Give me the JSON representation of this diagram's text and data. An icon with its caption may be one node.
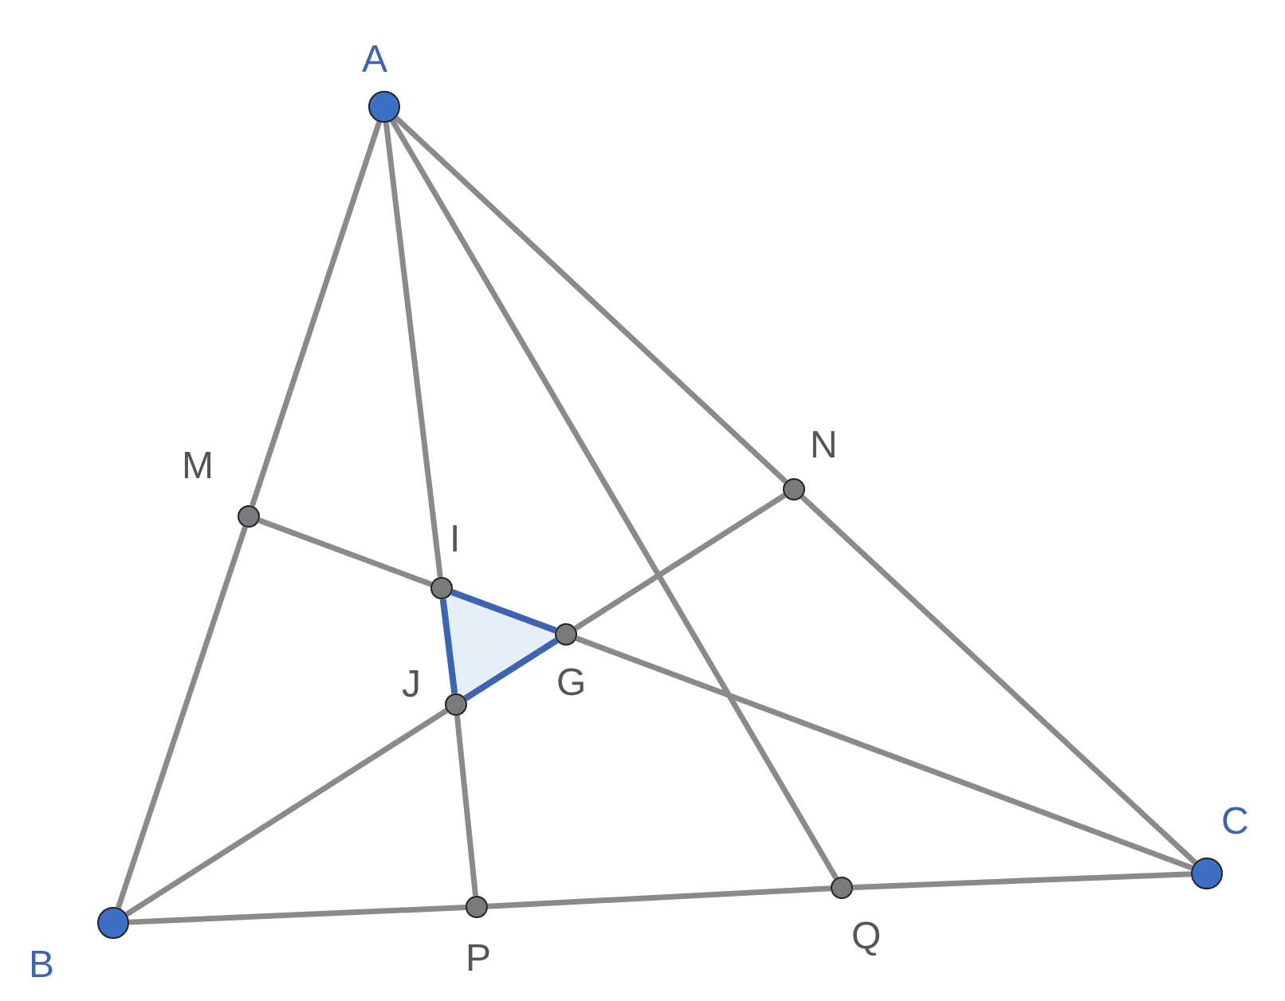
{
  "diagram": {
    "nodes": [
      {
        "text": [],
        "shape": "circle",
        "beside": [
          "A"
        ]
      },
      {
        "text": [],
        "shape": "circle",
        "beside": [
          "M"
        ]
      },
      {
        "text": [],
        "shape": "circle",
        "beside": [
          "N"
        ]
      },
      {
        "text": [],
        "shape": "circle",
        "beside": [
          "I"
        ]
      },
      {
        "text": [],
        "shape": "circle",
        "beside": [
          "G"
        ]
      },
      {
        "text": [],
        "shape": "circle",
        "beside": [
          "J"
        ]
      },
      {
        "text": [],
        "shape": "circle",
        "beside": [
          "B"
        ]
      },
      {
        "text": [],
        "shape": "circle",
        "beside": [
          "P"
        ]
      },
      {
        "text": [],
        "shape": "circle",
        "beside": [
          "Q"
        ]
      },
      {
        "text": [],
        "shape": "circle",
        "beside": [
          "C"
        ]
      }
    ],
    "edges": [
      {
        "from": 0,
        "to": 1,
        "arrow": "none"
      },
      {
        "from": 1,
        "to": 6,
        "arrow": "none"
      },
      {
        "from": 0,
        "to": 2,
        "arrow": "none"
      },
      {
        "from": 2,
        "to": 9,
        "arrow": "none"
      },
      {
        "from": 0,
        "to": 3,
        "arrow": "none"
      },
      {
        "from": 3,
        "to": 5,
        "arrow": "none",
        "color": "#3d64b0"
      },
      {
        "from": 5,
        "to": 7,
        "arrow": "none"
      },
      {
        "from": 0,
        "to": 8,
        "arrow": "none"
      },
      {
        "from": 1,
        "to": 3,
        "arrow": "none"
      },
      {
        "from": 3,
        "to": 4,
        "arrow": "none",
        "color": "#3d64b0"
      },
      {
        "from": 4,
        "to": 9,
        "arrow": "none"
      },
      {
        "from": 6,
        "to": 5,
        "arrow": "none"
      },
      {
        "from": 5,
        "to": 4,
        "arrow": "none",
        "color": "#3d64b0"
      },
      {
        "from": 4,
        "to": 2,
        "arrow": "none"
      },
      {
        "from": 6,
        "to": 7,
        "arrow": "none"
      },
      {
        "from": 7,
        "to": 8,
        "arrow": "none"
      },
      {
        "from": 8,
        "to": 9,
        "arrow": "none"
      }
    ]
  }
}
